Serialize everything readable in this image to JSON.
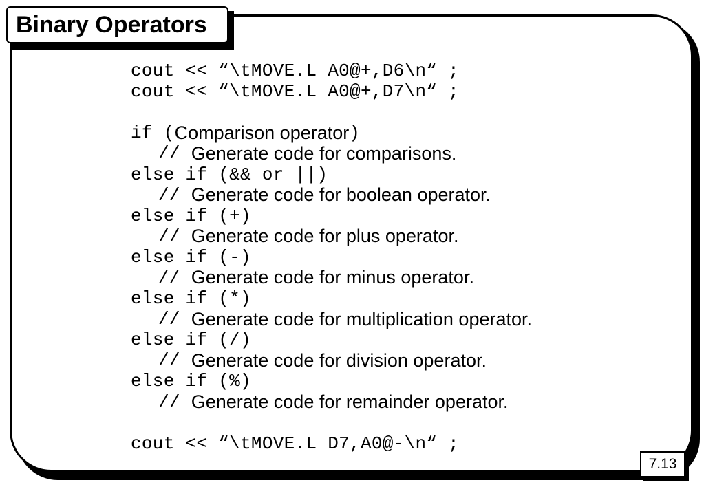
{
  "title": "Binary Operators",
  "page_number": "7.13",
  "code_lines": [
    {
      "code": "cout << “\\tMOVE.L A0@+,D6\\n“ ;"
    },
    {
      "code": "cout << “\\tMOVE.L A0@+,D7\\n“ ;"
    },
    {
      "code": ""
    },
    {
      "code": "if (",
      "text": "Comparison operator",
      "code_after": ")"
    },
    {
      "code": "// ",
      "text": "Generate code for comparisons."
    },
    {
      "code": "else if (&& or ||)"
    },
    {
      "code": "// ",
      "text": "Generate code for boolean operator."
    },
    {
      "code": "else if (+)"
    },
    {
      "code": "// ",
      "text": "Generate code for plus operator."
    },
    {
      "code": "else if (-)"
    },
    {
      "code": "// ",
      "text": "Generate code for minus operator."
    },
    {
      "code": "else if (*)"
    },
    {
      "code": "// ",
      "text": "Generate code for multiplication operator."
    },
    {
      "code": "else if (/)"
    },
    {
      "code": "// ",
      "text": "Generate code for division operator."
    },
    {
      "code": "else if (%)"
    },
    {
      "code": "// ",
      "text": "Generate code for remainder operator."
    },
    {
      "code": ""
    },
    {
      "code": "cout << “\\tMOVE.L D7,A0@-\\n“ ;"
    }
  ]
}
